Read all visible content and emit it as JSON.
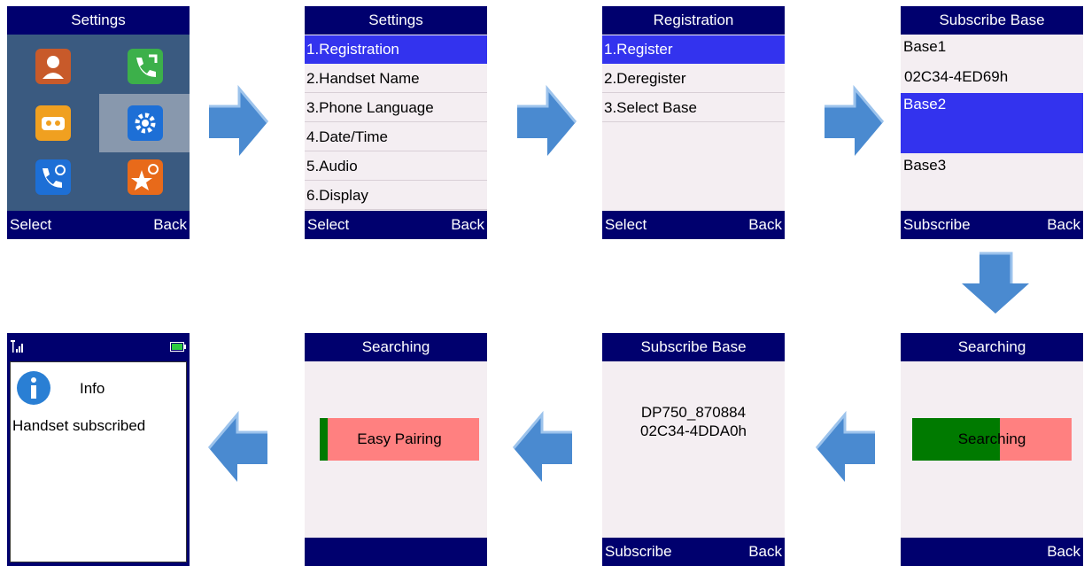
{
  "screens": {
    "s1": {
      "title": "Settings",
      "left_softkey": "Select",
      "right_softkey": "Back",
      "icons": [
        "contacts-icon",
        "call-history-icon",
        "voicemail-icon",
        "settings-icon",
        "call-features-icon",
        "favorites-icon"
      ]
    },
    "s2": {
      "title": "Settings",
      "items": [
        "1.Registration",
        "2.Handset Name",
        "3.Phone Language",
        "4.Date/Time",
        "5.Audio",
        "6.Display"
      ],
      "left_softkey": "Select",
      "right_softkey": "Back"
    },
    "s3": {
      "title": "Registration",
      "items": [
        "1.Register",
        "2.Deregister",
        "3.Select Base"
      ],
      "left_softkey": "Select",
      "right_softkey": "Back"
    },
    "s4": {
      "title": "Subscribe Base",
      "base1": "Base1",
      "base1_id": "02C34-4ED69h",
      "base2": "Base2",
      "base3": "Base3",
      "left_softkey": "Subscribe",
      "right_softkey": "Back"
    },
    "s5": {
      "title": "Searching",
      "bar_text": "Searching",
      "progress": 0.55,
      "right_softkey": "Back"
    },
    "s6": {
      "title": "Subscribe Base",
      "base_name": "DP750_870884",
      "base_id": "02C34-4DDA0h",
      "left_softkey": "Subscribe",
      "right_softkey": "Back"
    },
    "s7": {
      "title": "Searching",
      "bar_text": "Easy Pairing",
      "progress": 0.05
    },
    "s8": {
      "info_title": "Info",
      "message": "Handset subscribed"
    }
  },
  "colors": {
    "header": "#00006e",
    "selection": "#3333ee",
    "progress_done": "#007a00",
    "progress_remaining": "#ff8080",
    "arrow": "#5b9bd5"
  }
}
